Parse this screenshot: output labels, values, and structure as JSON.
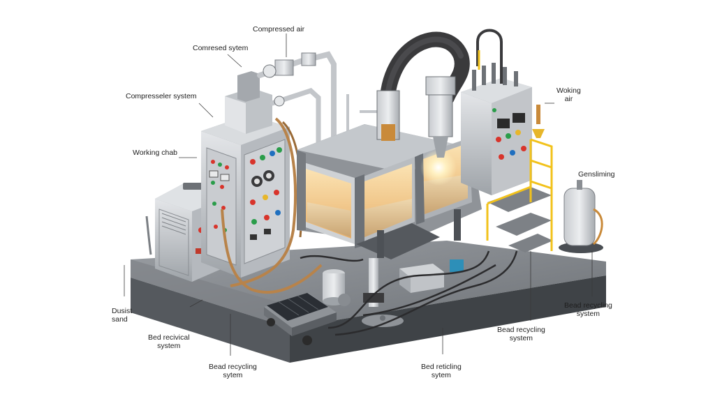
{
  "labels": {
    "compressed_air": "Compressed air",
    "comresed_sytem": "Comresed sytem",
    "compresseler_system": "Compresseler system",
    "working_chab": "Working chab",
    "dusist_line1": "Dusist",
    "dusist_line2": "sand",
    "bed_recivical_line1": "Bed recivical",
    "bed_recivical_line2": "system",
    "bead_recycling_sytem_line1": "Bead recycling",
    "bead_recycling_sytem_line2": "sytem",
    "bed_reticling_line1": "Bed reticling",
    "bed_reticling_line2": "sytem",
    "bead_recycling_center_line1": "Bead recycling",
    "bead_recycling_center_line2": "system",
    "bead_recycling_right_line1": "Bead recycling",
    "bead_recycling_right_line2": "system",
    "woking_air_line1": "Woking",
    "woking_air_line2": "air",
    "gensliming": "Gensliming"
  },
  "colors": {
    "steel_light": "#d7d9dc",
    "steel_mid": "#a9adb2",
    "steel_dark": "#6c7177",
    "base_top": "#8d9196",
    "base_side": "#4a4e53",
    "glass_amber": "#f3c98a",
    "sand": "#e2c79b",
    "hose_black": "#3a3a3c",
    "yellow_rail": "#f2c21b",
    "copper": "#b8834a"
  }
}
